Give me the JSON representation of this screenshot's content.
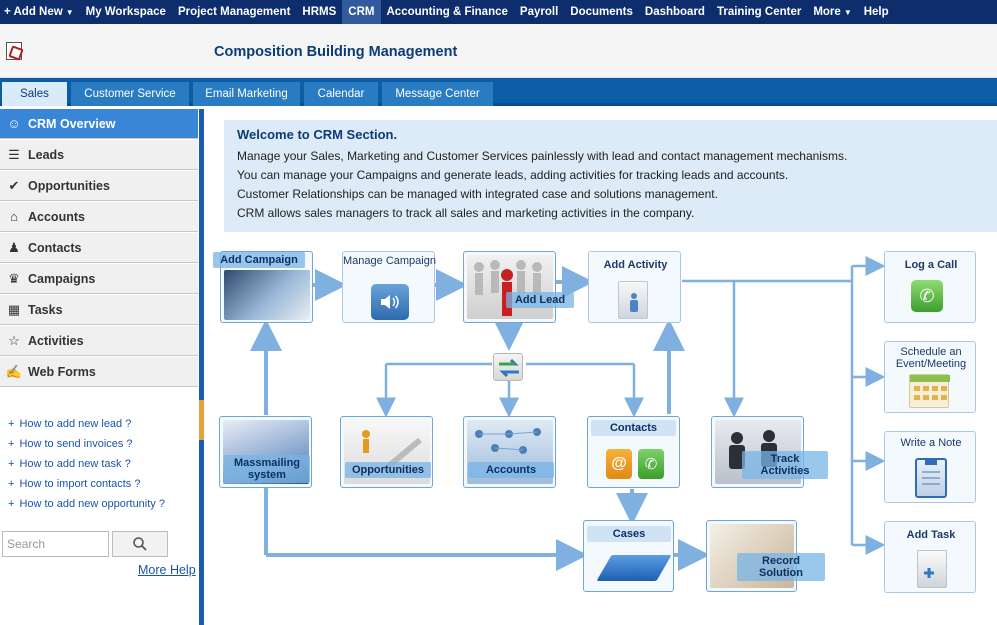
{
  "topnav": {
    "items": [
      "Add New",
      "My Workspace",
      "Project Management",
      "HRMS",
      "CRM",
      "Accounting & Finance",
      "Payroll",
      "Documents",
      "Dashboard",
      "Training Center",
      "More",
      "Help"
    ]
  },
  "header": {
    "company": "Composition Building Management"
  },
  "tabs": [
    "Sales",
    "Customer Service",
    "Email Marketing",
    "Calendar",
    "Message Center"
  ],
  "sidebar": {
    "items": [
      "CRM Overview",
      "Leads",
      "Opportunities",
      "Accounts",
      "Contacts",
      "Campaigns",
      "Tasks",
      "Activities",
      "Web Forms"
    ],
    "help_links": [
      "How to add new lead ?",
      "How to send invoices ?",
      "How to add new task ?",
      "How to import contacts ?",
      "How to add new opportunity ?"
    ],
    "search_placeholder": "Search",
    "more_help": "More Help"
  },
  "welcome": {
    "title": "Welcome to CRM Section.",
    "lines": [
      "Manage your Sales, Marketing and Customer Services painlessly with lead and contact management mechanisms.",
      "You can manage your Campaigns and generate leads, adding activities for tracking leads and accounts.",
      "Customer Relationships can be managed with integrated case and solutions management.",
      "CRM allows sales managers to track all sales and marketing activities in the company."
    ]
  },
  "diagram": {
    "add_campaign": "Add Campaign",
    "manage_campaign": "Manage Campaign",
    "add_lead": "Add Lead",
    "add_activity": "Add Activity",
    "massmailing": "Massmailing system",
    "opportunities": "Opportunities",
    "accounts": "Accounts",
    "contacts": "Contacts",
    "track_activities": "Track Activities",
    "cases": "Cases",
    "record_solution": "Record Solution",
    "log_call": "Log a Call",
    "schedule_event": "Schedule an Event/Meeting",
    "write_note": "Write a Note",
    "add_task": "Add Task"
  },
  "colors": {
    "nav_bg": "#0d2d6c",
    "tab_bar": "#0b5ea5",
    "accent": "#3a86d6",
    "arrow": "#7fb0e0"
  }
}
